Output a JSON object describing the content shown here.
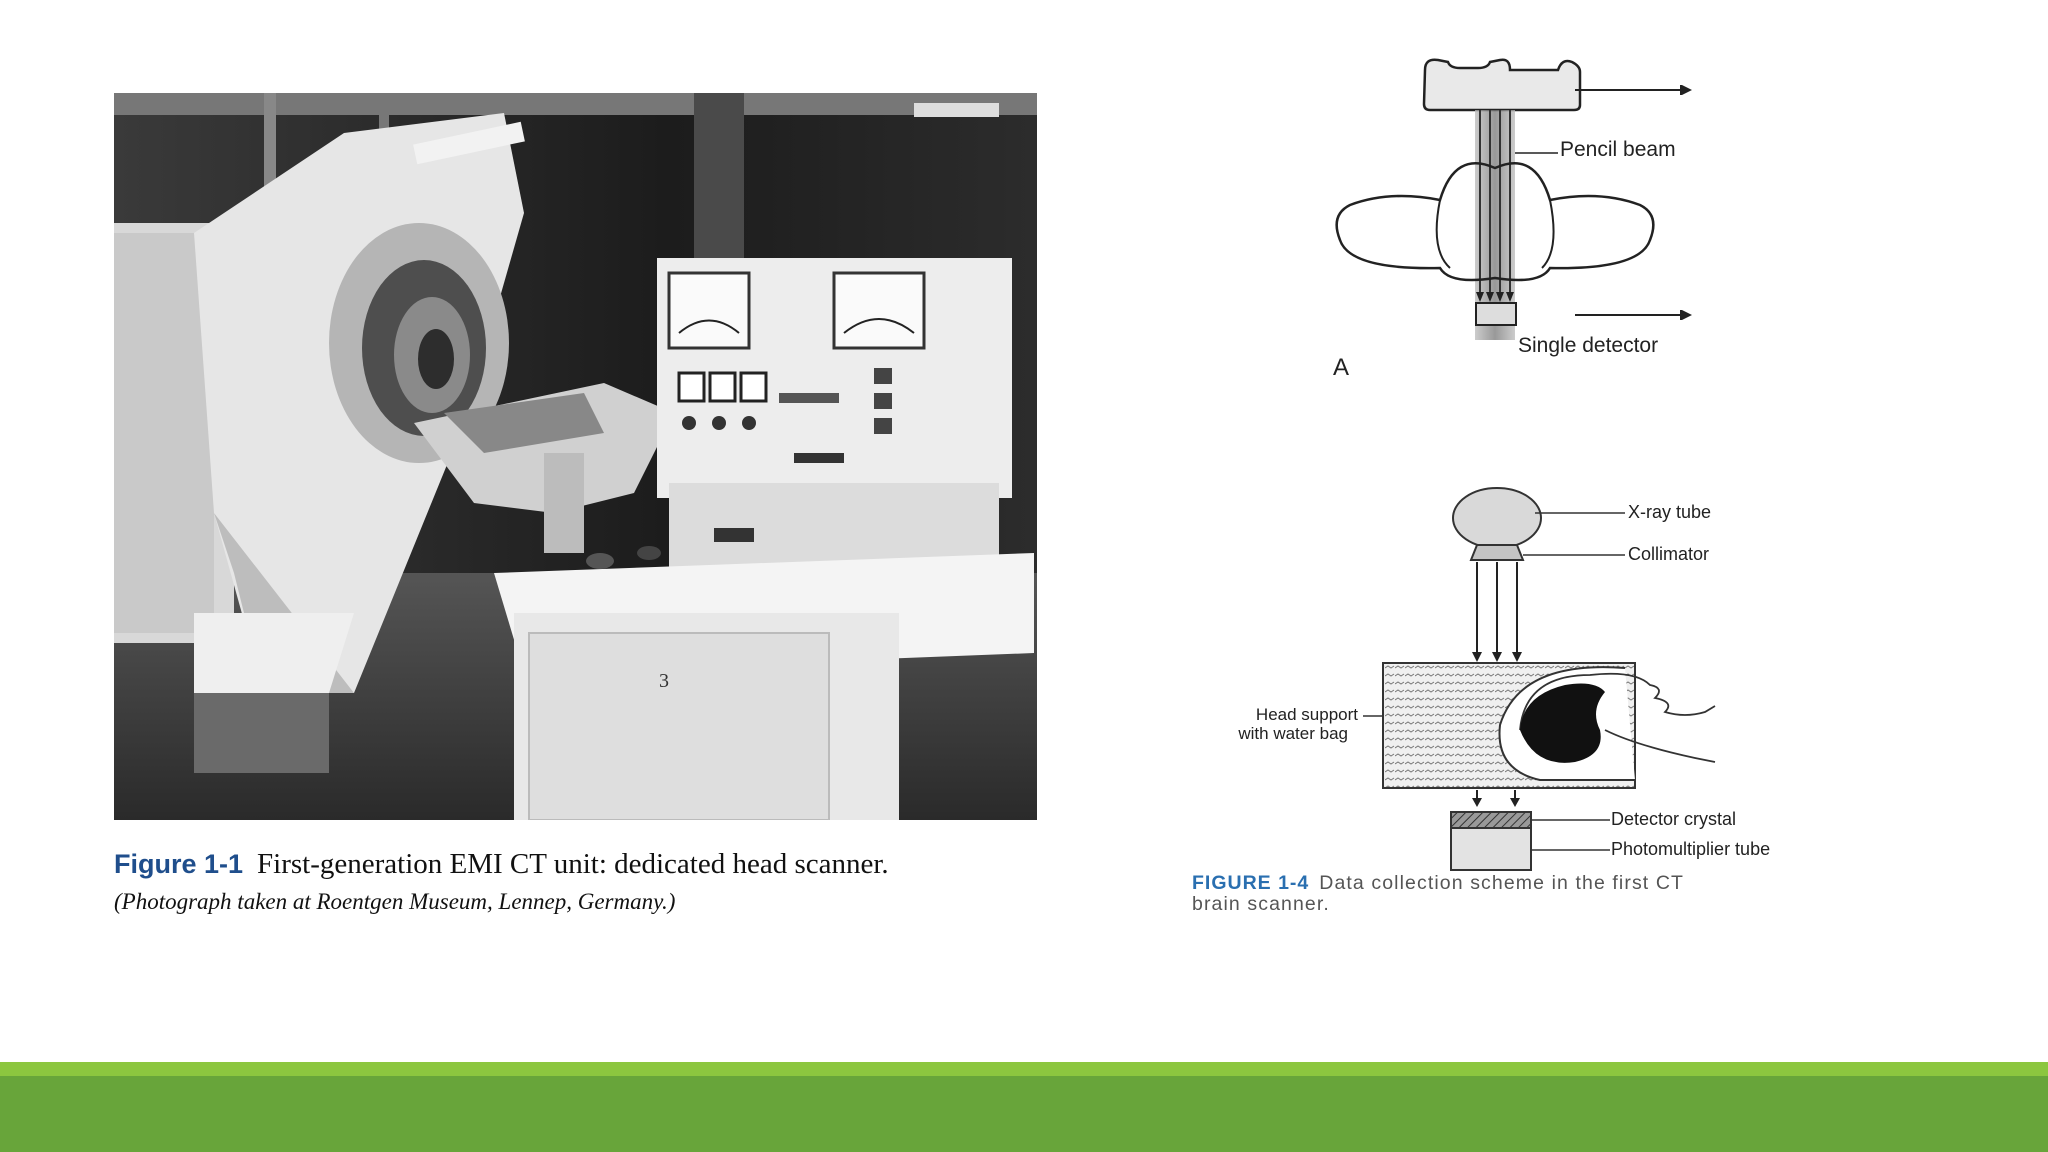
{
  "figure1": {
    "photo_alt": "First-generation EMI CT unit photograph",
    "label": "Figure 1-1",
    "caption": "First-generation EMI CT unit: dedicated head scanner.",
    "credit": "(Photograph taken at Roentgen Museum, Lennep, Germany.)",
    "photo_number": "3"
  },
  "figure4": {
    "panel_a": {
      "label_pencil_beam": "Pencil beam",
      "label_single_detector": "Single detector",
      "panel_letter": "A"
    },
    "panel_b": {
      "label_xray_tube": "X-ray tube",
      "label_collimator": "Collimator",
      "label_head_support_1": "Head support",
      "label_head_support_2": "with water bag",
      "label_detector_crystal": "Detector crystal",
      "label_photomultiplier": "Photomultiplier tube"
    },
    "label": "FIGURE 1-4",
    "caption_line1": "Data collection scheme in the first CT",
    "caption_line2": "brain scanner."
  },
  "colors": {
    "band_dark": "#68a53a",
    "band_light": "#8cc63f",
    "figure1_label": "#1f4e8c",
    "figure4_label": "#2a6fb0"
  }
}
